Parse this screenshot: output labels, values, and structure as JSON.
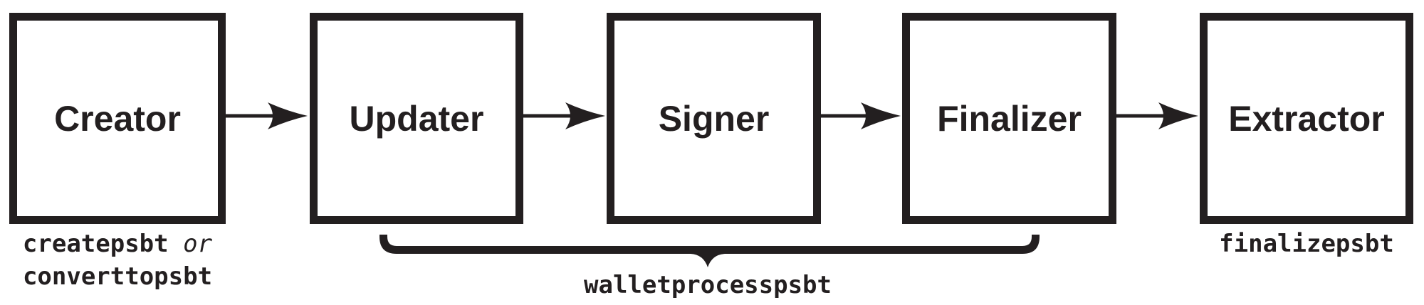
{
  "colors": {
    "ink": "#231f20",
    "background": "#ffffff"
  },
  "flow": {
    "boxes": [
      {
        "label": "Creator"
      },
      {
        "label": "Updater"
      },
      {
        "label": "Signer"
      },
      {
        "label": "Finalizer"
      },
      {
        "label": "Extractor"
      }
    ],
    "creator_caption": {
      "code_1": "createpsbt",
      "conjunction": "or",
      "code_2": "converttopsbt"
    },
    "brace_caption": "walletprocesspsbt",
    "extractor_caption": "finalizepsbt"
  }
}
